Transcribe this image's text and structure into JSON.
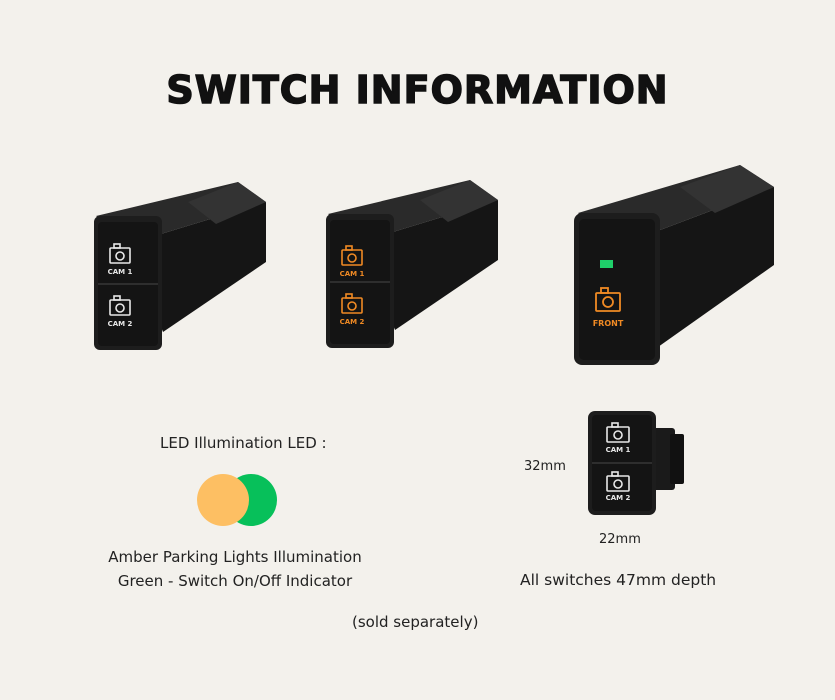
{
  "title": "SWITCH INFORMATION",
  "switches": [
    {
      "labels": [
        "CAM 1",
        "CAM 2"
      ],
      "icon_color": "#e8e8e8",
      "icons": [
        "camera-icon",
        "camera-icon"
      ]
    },
    {
      "labels": [
        "CAM 1",
        "CAM 2"
      ],
      "icon_color": "#f08a24",
      "icons": [
        "camera-icon",
        "camera-icon"
      ]
    },
    {
      "labels": [
        "FRONT"
      ],
      "icon_color": "#f08a24",
      "indicator_color": "#1fd06a",
      "icons": [
        "camera-icon"
      ]
    }
  ],
  "led": {
    "label": "LED Illumination LED :",
    "amber_color": "#fdbf63",
    "green_color": "#07c05a",
    "amber_text": "Amber Parking Lights Illumination",
    "green_text": "Green - Switch On/Off Indicator"
  },
  "dimensions": {
    "height": "32mm",
    "width": "22mm",
    "depth_text": "All switches 47mm depth",
    "switch_labels": [
      "CAM 1",
      "CAM 2"
    ]
  },
  "footnote": "(sold separately)"
}
